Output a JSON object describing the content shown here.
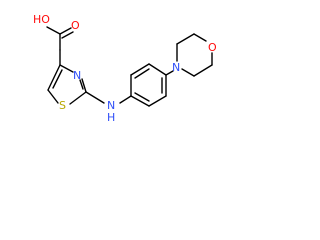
{
  "colors": {
    "bond": "#000000",
    "carbon": "#000000",
    "oxygen": "#ff0d0d",
    "nitrogen": "#3050f8",
    "sulfur": "#b8a800"
  },
  "atoms": {
    "ho": "HO",
    "o_carbonyl": "O",
    "n_thiazole": "N",
    "s_thiazole": "S",
    "nh": "N",
    "h": "H",
    "n_morpholine": "N",
    "o_morpholine": "O"
  }
}
